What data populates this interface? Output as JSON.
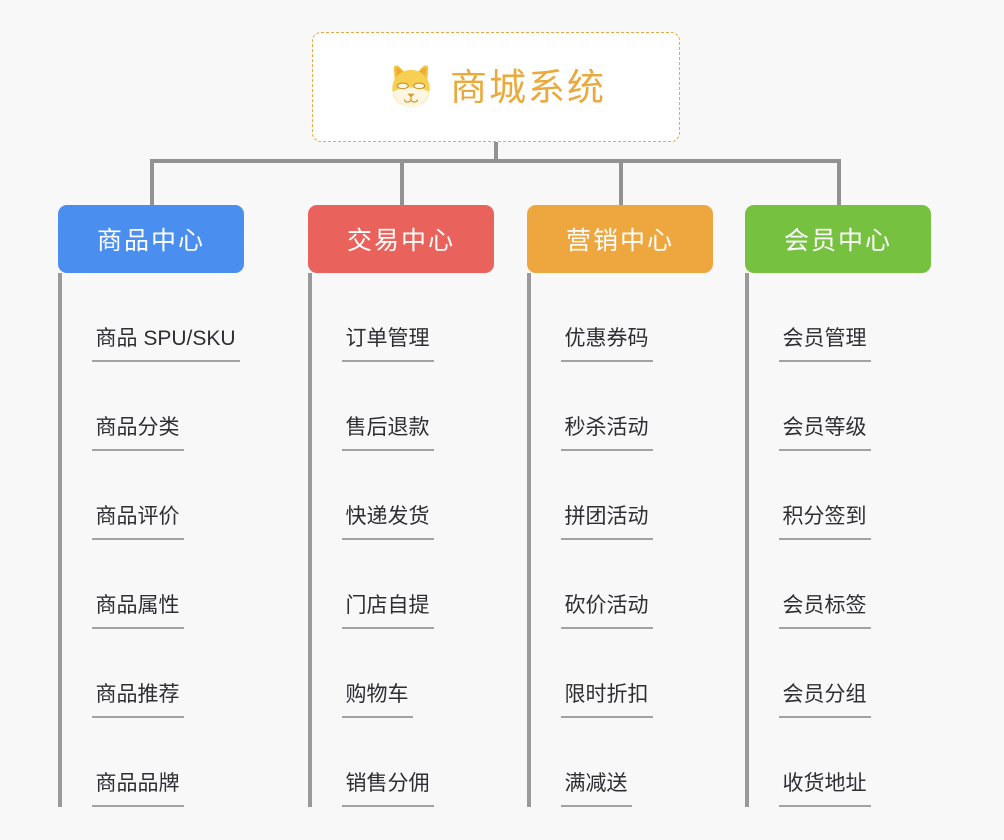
{
  "page": {
    "background_color": "#f8f8f8",
    "type": "mind-map"
  },
  "root": {
    "title": "商城系统",
    "icon": "shiba-dog-face-icon",
    "text_color": "#e9a93c",
    "border_color": "#e9a93c",
    "background_color": "#ffffff"
  },
  "connector": {
    "color": "#929292"
  },
  "branches": [
    {
      "label": "商品中心",
      "color": "#4a8ef0",
      "items": [
        "商品 SPU/SKU",
        "商品分类",
        "商品评价",
        "商品属性",
        "商品推荐",
        "商品品牌"
      ]
    },
    {
      "label": "交易中心",
      "color": "#e9635c",
      "items": [
        "订单管理",
        "售后退款",
        "快递发货",
        "门店自提",
        "购物车",
        "销售分佣"
      ]
    },
    {
      "label": "营销中心",
      "color": "#eda73e",
      "items": [
        "优惠券码",
        "秒杀活动",
        "拼团活动",
        "砍价活动",
        "限时折扣",
        "满减送"
      ]
    },
    {
      "label": "会员中心",
      "color": "#76c140",
      "items": [
        "会员管理",
        "会员等级",
        "积分签到",
        "会员标签",
        "会员分组",
        "收货地址"
      ]
    }
  ]
}
